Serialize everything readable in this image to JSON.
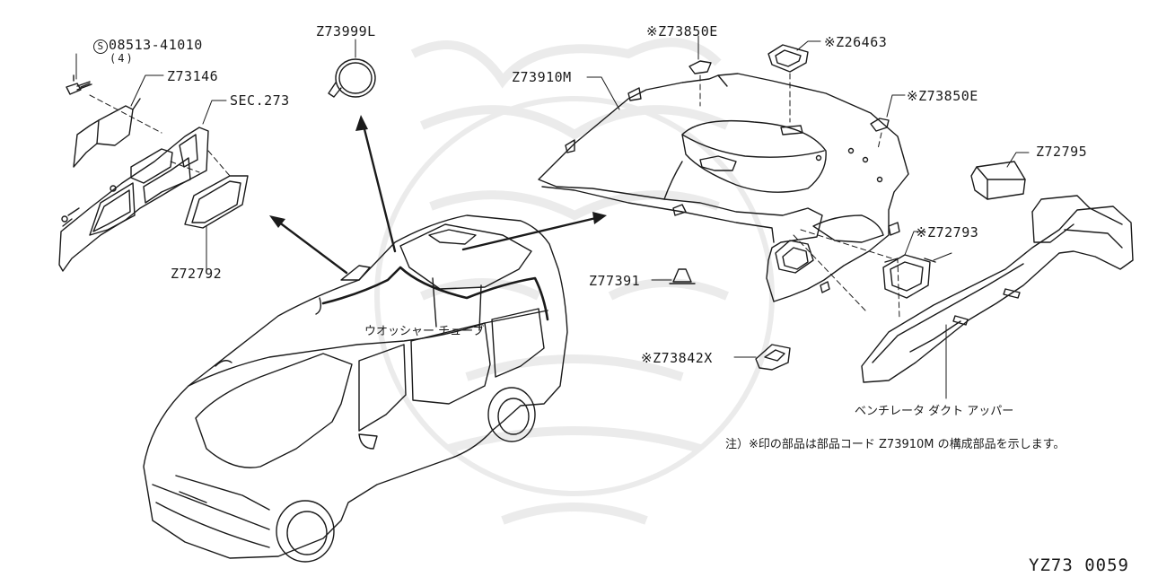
{
  "diagram": {
    "parts": {
      "screw": {
        "symbol": "S",
        "number": "08513-41010",
        "qty": "(4)"
      },
      "z73146": "Z73146",
      "sec273": "SEC.273",
      "z72792": "Z72792",
      "z73999l": "Z73999L",
      "z73910m": "Z73910M",
      "z73850e_top": "※Z73850E",
      "z26463": "※Z26463",
      "z73850e_right": "※Z73850E",
      "z72795": "Z72795",
      "z72793": "※Z72793",
      "z77391": "Z77391",
      "z73842x": "※Z73842X"
    },
    "washer_tube": "ウオッシャー チューブ",
    "ventilator_duct": "ベンチレータ ダクト アッパー",
    "note": "注）※印の部品は部品コード Z73910M の構成部品を示します。",
    "diagram_code": "YZ73  0059"
  },
  "colors": {
    "line": "#1a1a1a",
    "watermark": "#e9e9e9",
    "background": "#ffffff"
  }
}
